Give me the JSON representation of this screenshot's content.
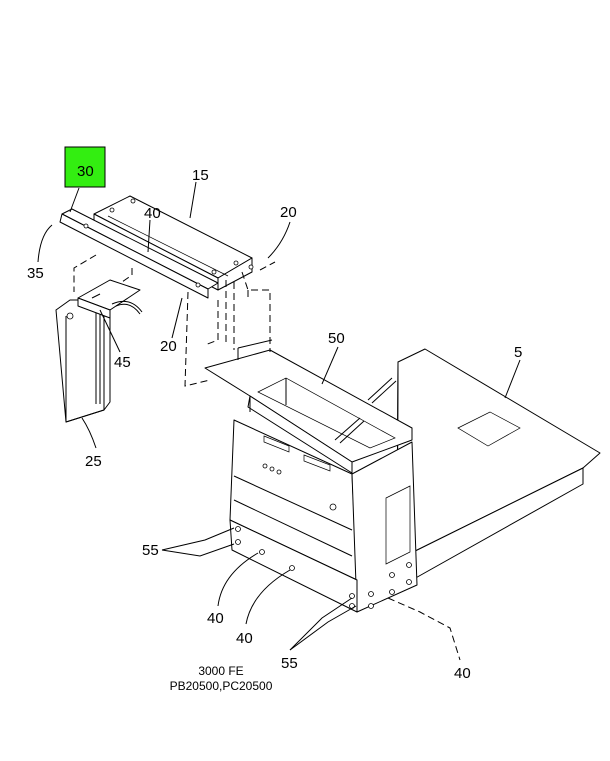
{
  "highlight_color": "#33ee11",
  "highlighted_callout": "30",
  "callouts": {
    "c30": "30",
    "c15": "15",
    "c40_top": "40",
    "c20_right": "20",
    "c35": "35",
    "c45": "45",
    "c20_left": "20",
    "c50": "50",
    "c5": "5",
    "c25": "25",
    "c55_left": "55",
    "c40_a": "40",
    "c40_b": "40",
    "c55_bottom": "55",
    "c40_right": "40"
  },
  "caption": {
    "model": "3000 FE",
    "codes": "PB20500,PC20500"
  }
}
